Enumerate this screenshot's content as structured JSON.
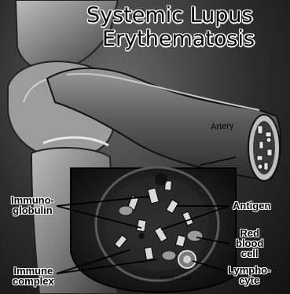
{
  "title": {
    "line1": "Systemic Lupus",
    "line2": "Erythematosis"
  },
  "labels": {
    "artery": "Artery",
    "immunoglobulin_line1": "Immuno-",
    "immunoglobulin_line2": "globulin",
    "antigen": "Antigen",
    "rbc_line1": "Red",
    "rbc_line2": "blood",
    "rbc_line3": "cell",
    "immune_complex_line1": "Immune",
    "immune_complex_line2": "complex",
    "lymphocyte_line1": "Lympho-",
    "lymphocyte_line2": "cyte"
  },
  "copyright": "©MMG 2000",
  "colors": {
    "background": "#2d2d2d",
    "tissue": "#8a8a8a",
    "inset_bg": "#1e1e1e",
    "cell_light": "#d9d9d9"
  }
}
